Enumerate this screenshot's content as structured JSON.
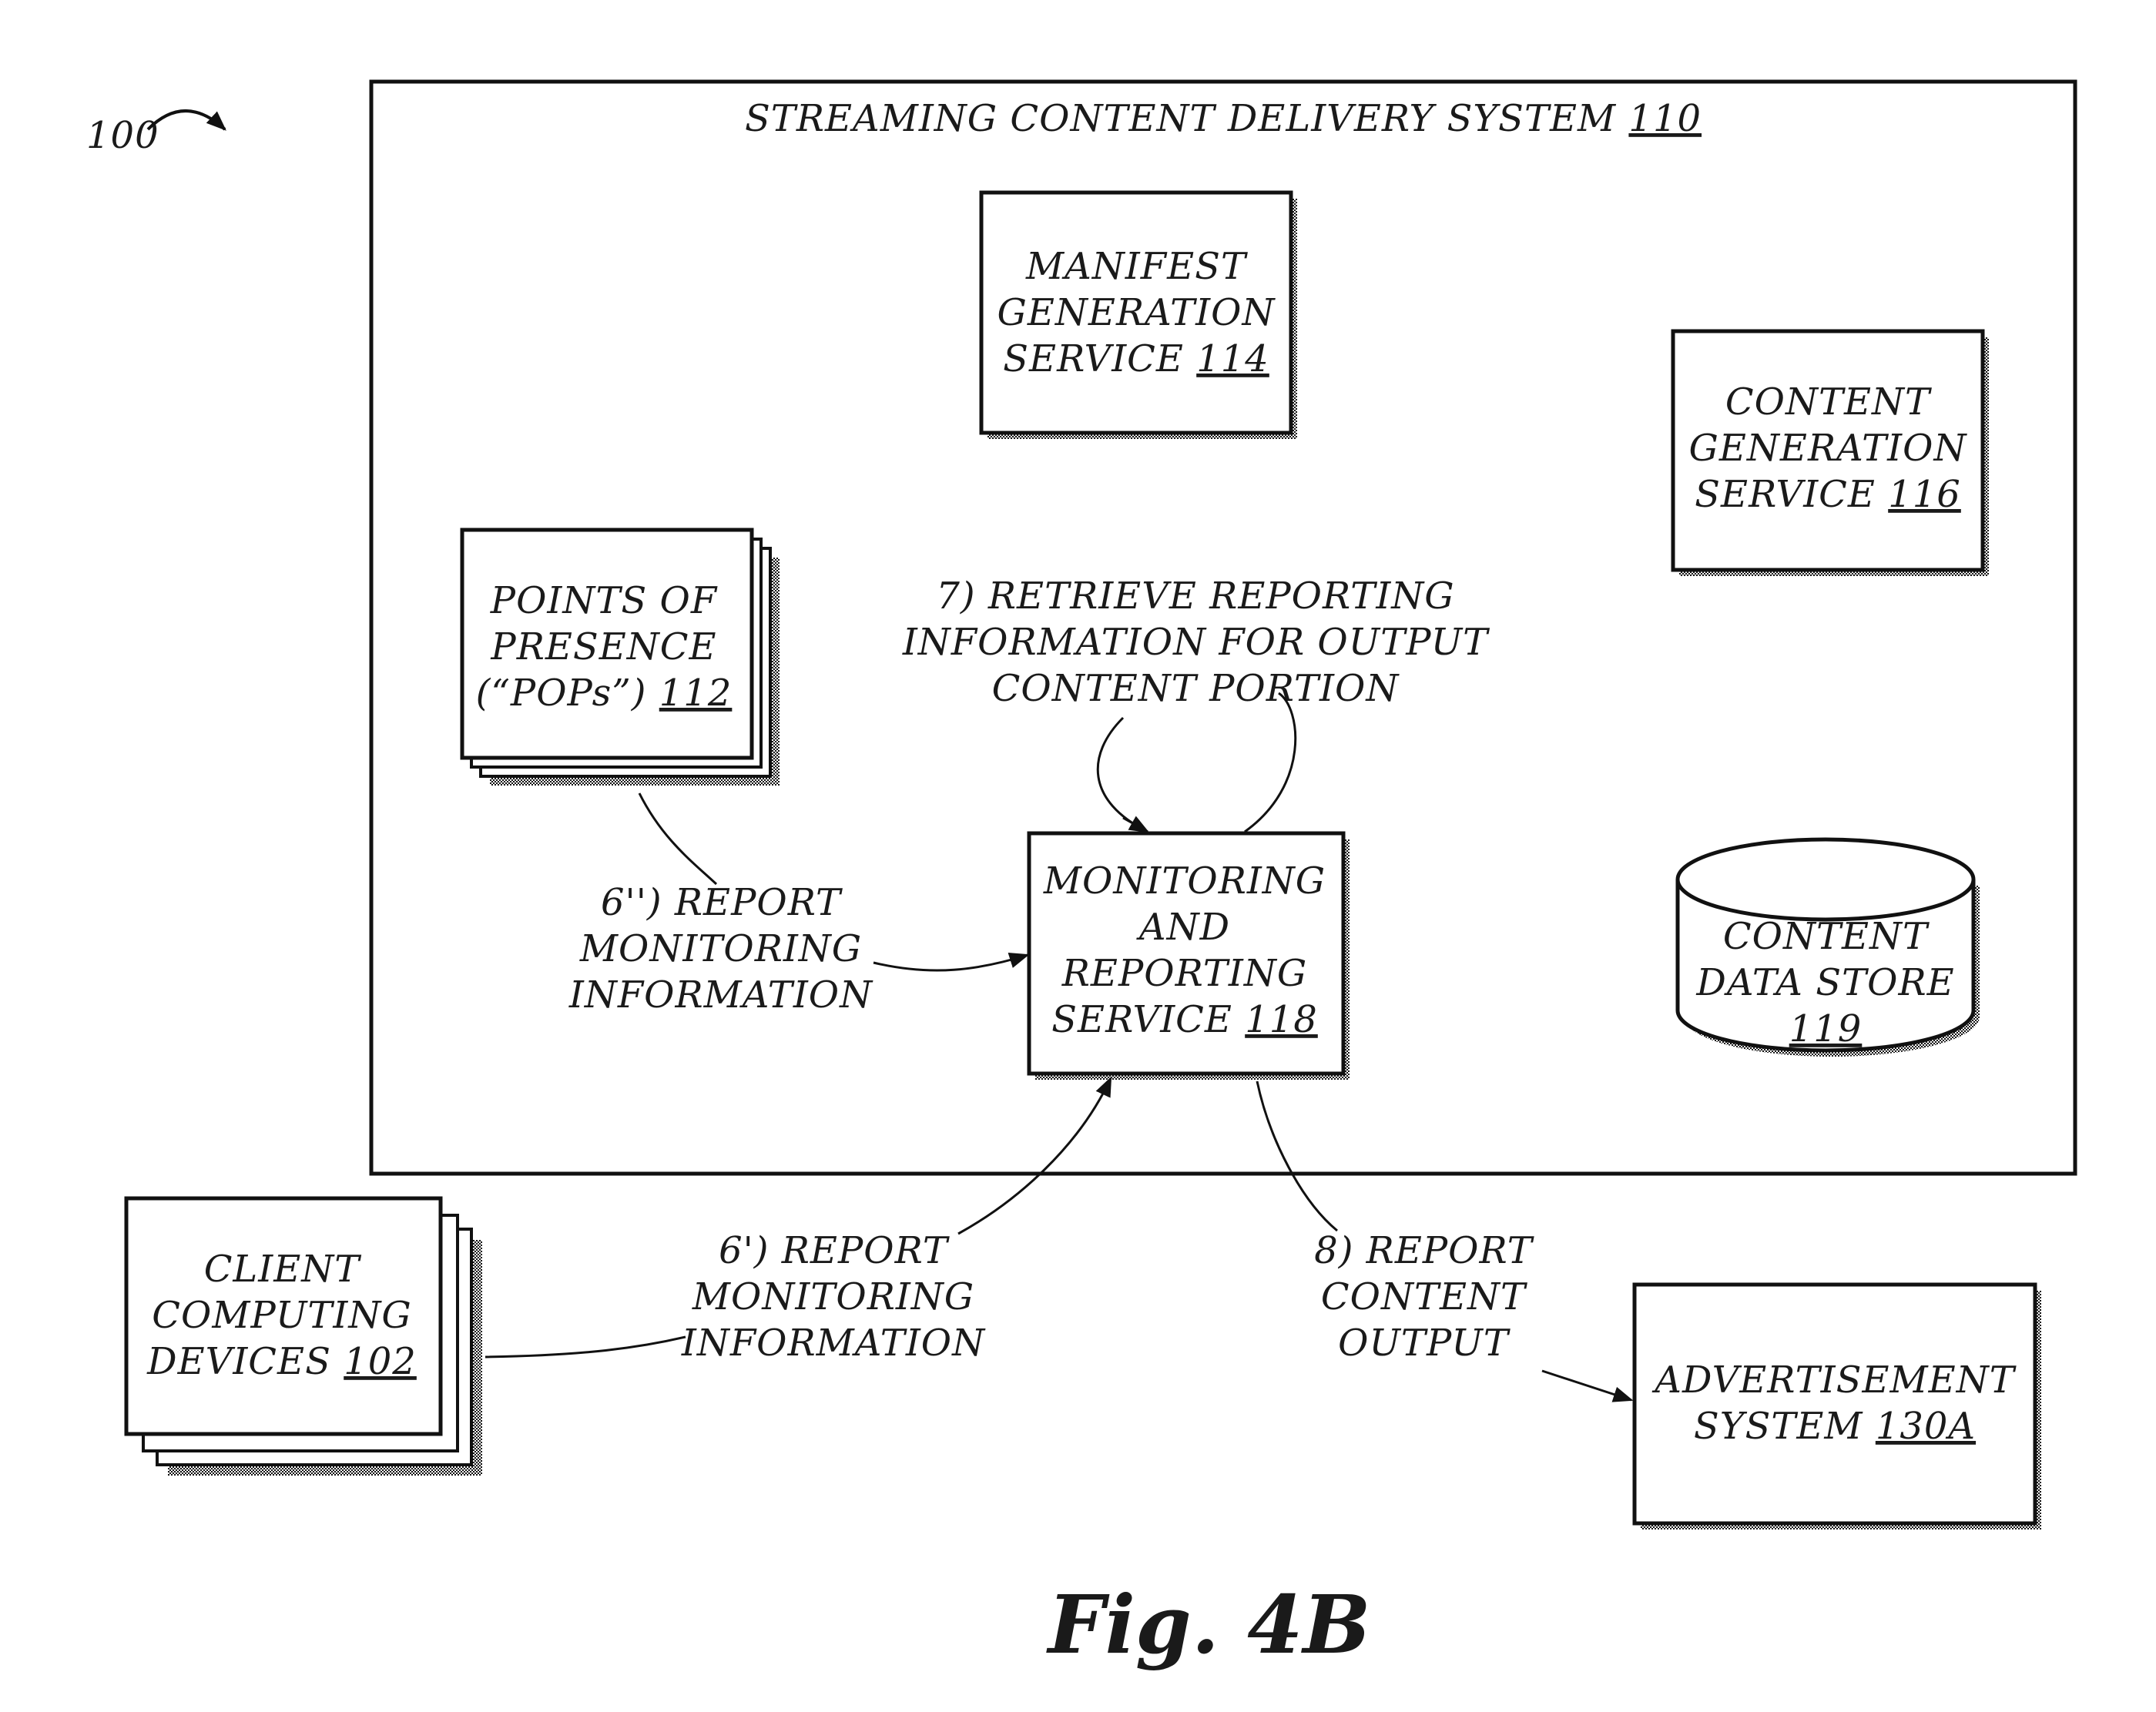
{
  "figure_ref": "100",
  "system": {
    "title": "STREAMING CONTENT DELIVERY SYSTEM",
    "ref": "110"
  },
  "manifest": {
    "line1": "MANIFEST",
    "line2": "GENERATION",
    "line3": "SERVICE",
    "ref": "114"
  },
  "content_gen": {
    "line1": "CONTENT",
    "line2": "GENERATION",
    "line3": "SERVICE",
    "ref": "116"
  },
  "pops": {
    "line1": "POINTS OF",
    "line2": "PRESENCE",
    "line3": "(“POPs”)",
    "ref": "112"
  },
  "monitoring": {
    "line1": "MONITORING",
    "line2": "AND",
    "line3": "REPORTING",
    "line4": "SERVICE",
    "ref": "118"
  },
  "data_store": {
    "line1": "CONTENT",
    "line2": "DATA STORE",
    "ref": "119"
  },
  "clients": {
    "line1": "CLIENT",
    "line2": "COMPUTING",
    "line3": "DEVICES",
    "ref": "102"
  },
  "advertisement": {
    "line1": "ADVERTISEMENT",
    "line2": "SYSTEM",
    "ref": "130A"
  },
  "step7": {
    "line1": "7) RETRIEVE REPORTING",
    "line2": "INFORMATION FOR OUTPUT",
    "line3": "CONTENT PORTION"
  },
  "step6pp": {
    "line1": "6'') REPORT",
    "line2": "MONITORING",
    "line3": "INFORMATION"
  },
  "step6p": {
    "line1": "6') REPORT",
    "line2": "MONITORING",
    "line3": "INFORMATION"
  },
  "step8": {
    "line1": "8) REPORT",
    "line2": "CONTENT",
    "line3": "OUTPUT"
  },
  "caption": "Fig. 4B"
}
